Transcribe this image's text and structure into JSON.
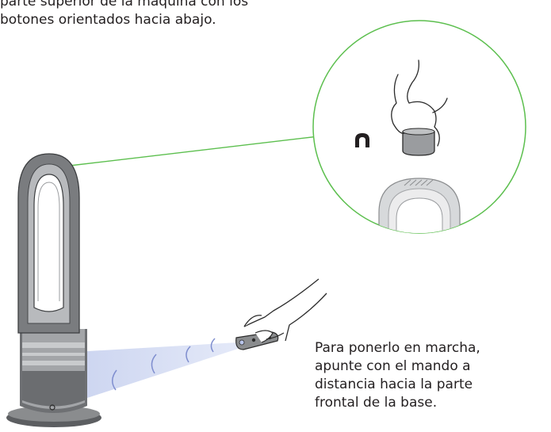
{
  "captions": {
    "top_lines": [
      "parte superior de la máquina con los",
      "botones orientados hacia abajo."
    ],
    "bottom_lines": [
      "Para ponerlo en marcha,",
      "apunte con el mando a",
      "distancia hacia la parte",
      "frontal de la base."
    ]
  },
  "colors": {
    "callout_line": "#5cbf4e",
    "device_gray": "#8a8c8e",
    "beam": "#c9d2ef"
  },
  "icons": [
    "magnet-icon",
    "hand-icon",
    "remote-control-icon",
    "signal-wave-icon",
    "fan-heater-icon"
  ]
}
